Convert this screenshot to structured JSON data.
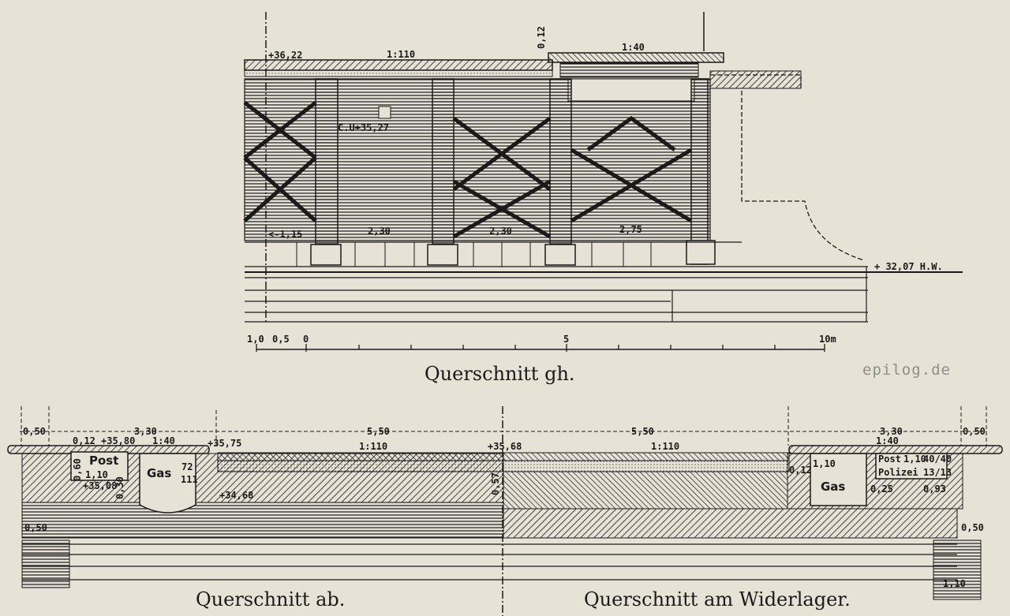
{
  "colors": {
    "paper": "#e6e2d6",
    "ink": "#1a1a1a",
    "watermark": "#8f8f8a"
  },
  "watermark": "epilog.de",
  "top_section": {
    "title": "Querschnitt gh.",
    "labels": {
      "level_left": "+36,22",
      "slope_deck": "1:110",
      "step_height": "0,12",
      "slope_walk": "1:40",
      "cu_level": "C.U+35,27",
      "span_1": "<-1,15",
      "span_2": "2,30",
      "span_3": "2,30",
      "span_4": "2,75",
      "water_level": "+ 32,07 H.W."
    },
    "scale_bar": {
      "labels": [
        "1,0",
        "0,5",
        "0",
        "5",
        "10m"
      ]
    }
  },
  "bottom_section": {
    "title_left": "Querschnitt ab.",
    "title_right": "Querschnitt am Widerlager.",
    "labels": {
      "dim_left_050": "0,50",
      "dim_left_330": "3,30",
      "dim_mid_550_a": "5,50",
      "dim_mid_550_b": "5,50",
      "dim_right_330": "3,30",
      "dim_right_050": "0,50",
      "step_012": "0,12",
      "level_3580": "+35,80",
      "slope_left": "1:40",
      "level_3575": "+35,75",
      "slope_deck_left": "1:110",
      "level_3568": "+35,68",
      "slope_deck_right": "1:110",
      "slope_right": "1:40",
      "post_left": "Post",
      "post_height": "0,60",
      "post_width": "1,10",
      "level_3508": "+35,08",
      "depth_030": "0,30",
      "gas_left": "Gas",
      "gas_ratio_top": "72",
      "gas_ratio_bottom": "111",
      "level_3468": "+34,68",
      "mid_057": "0,57",
      "left_050_low": "0,50",
      "right_012": "0,12",
      "gas_right_width": "1,10",
      "gas_right": "Gas",
      "gap_025": "0,25",
      "post_right": "Post",
      "polizei": "Polizei",
      "pp_width": "1,10",
      "pp_ratio_a": "40/40",
      "pp_ratio_b": "13/13",
      "right_093": "0,93",
      "right_050_low": "0,50",
      "abutment_110": "1,10"
    }
  }
}
